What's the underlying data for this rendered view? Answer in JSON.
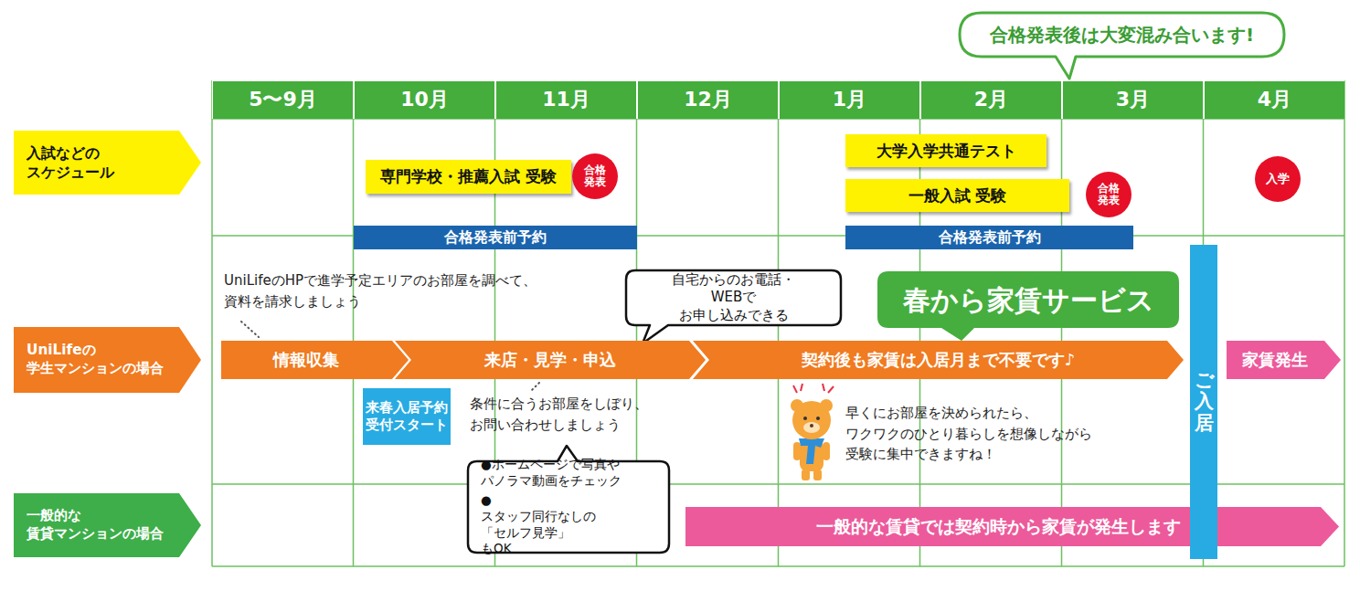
{
  "diagram": {
    "nodes": [
      {
        "text": [
          "合格発表後は大変混み合います!"
        ]
      },
      {
        "text": [
          "5〜9月"
        ]
      },
      {
        "text": [
          "10月"
        ]
      },
      {
        "text": [
          "11月"
        ]
      },
      {
        "text": [
          "12月"
        ]
      },
      {
        "text": [
          "1月"
        ]
      },
      {
        "text": [
          "2月"
        ]
      },
      {
        "text": [
          "3月"
        ]
      },
      {
        "text": [
          "4月"
        ]
      },
      {
        "text": [
          "入試などの スケジュール"
        ]
      },
      {
        "text": [
          "専門学校・推薦入試 受験"
        ]
      },
      {
        "text": [
          "合格発表"
        ]
      },
      {
        "text": [
          "大学入学共通テスト"
        ]
      },
      {
        "text": [
          "一般入試 受験"
        ]
      },
      {
        "text": [
          "合格発表"
        ]
      },
      {
        "text": [
          "入学"
        ]
      },
      {
        "text": [
          "合格発表前予約"
        ]
      },
      {
        "text": [
          "合格発表前予約"
        ]
      },
      {
        "text": [
          "UniLifeの 学生マンションの場合"
        ]
      },
      {
        "text": [
          "自宅からのお電話・WEBで お申し込みできる"
        ]
      },
      {
        "text": [
          "春から家賃サービス"
        ]
      },
      {
        "text": [
          "情報収集"
        ]
      },
      {
        "text": [
          "来店・見学・申込"
        ]
      },
      {
        "text": [
          "契約後も家賃は入居月まで不要です♪"
        ]
      },
      {
        "text": [
          "ご入居"
        ]
      },
      {
        "text": [
          "家賃発生"
        ]
      },
      {
        "text": [
          "来春入居予約 受付スタート"
        ]
      },
      {
        "text": [
          "●ホームページで写真や パノラマ動画をチェック",
          "●スタッフ同行なしの 「セルフ見学」もOK"
        ]
      },
      {
        "text": [
          "一般的な 賃貸マンションの場合"
        ]
      },
      {
        "text": [
          "一般的な賃貸では契約時から家賃が発生します"
        ]
      }
    ],
    "labels": [
      "UniLifeのHPで進学予定エリアのお部屋を調べて、 資料を請求しましょう",
      "条件に合うお部屋をしぼり、 お問い合わせしましょう",
      "早くにお部屋を決められたら、 ワクワクのひとり暮らしを想像しながら 受験に集中できますね！"
    ]
  }
}
